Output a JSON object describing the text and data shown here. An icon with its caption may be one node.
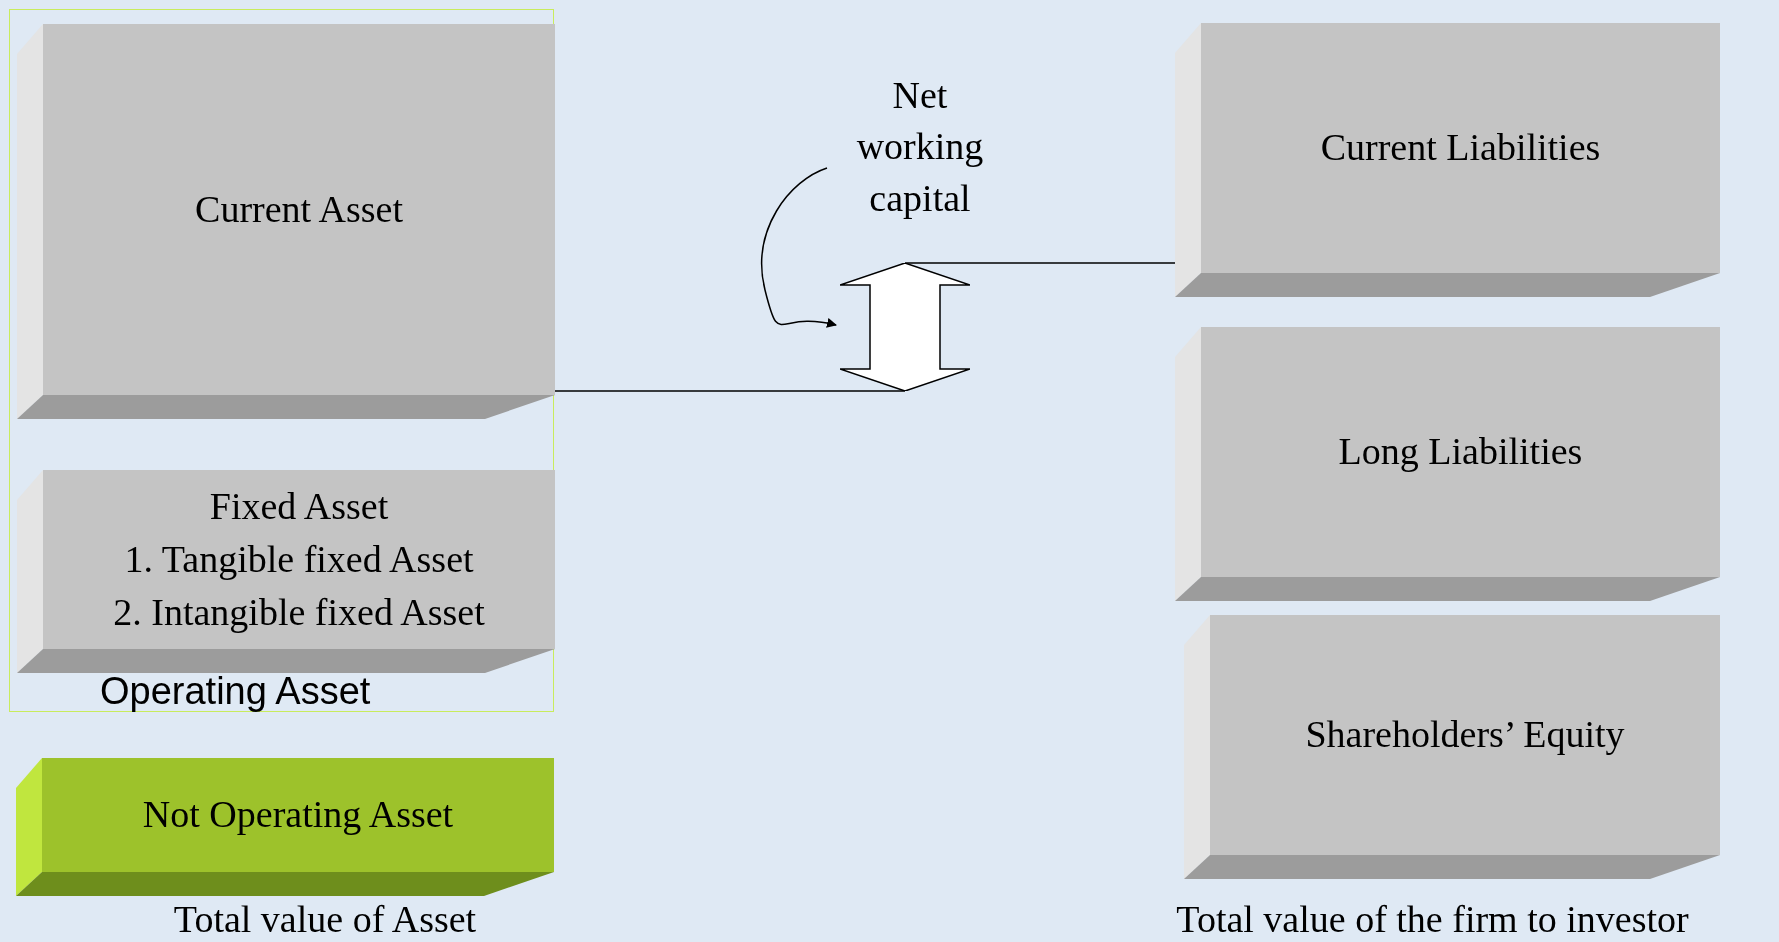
{
  "diagram": {
    "nodes": [
      {
        "text": [
          "Operating Asset"
        ]
      },
      {
        "text": [
          "Current Asset"
        ],
        "in": 0
      },
      {
        "text": [
          "Fixed Asset",
          "1. Tangible fixed Asset",
          "2. Intangible fixed Asset"
        ],
        "in": 0
      },
      {
        "text": [
          "Not Operating Asset"
        ]
      },
      {
        "text": [
          "Net working capital"
        ]
      },
      {
        "text": [],
        "shape": "arrow"
      },
      {
        "text": [
          "Current Liabilities"
        ]
      },
      {
        "text": [
          "Long Liabilities"
        ]
      },
      {
        "text": [
          "Shareholders’ Equity"
        ]
      }
    ],
    "edges": [
      {
        "from": 1,
        "to": 5,
        "arrow": "none"
      },
      {
        "from": 6,
        "to": 5,
        "arrow": "none"
      },
      {
        "from": 4,
        "to": 5,
        "arrow": "to"
      }
    ],
    "labels": [
      "Total value of Asset",
      "Total value of the firm to investor"
    ]
  }
}
